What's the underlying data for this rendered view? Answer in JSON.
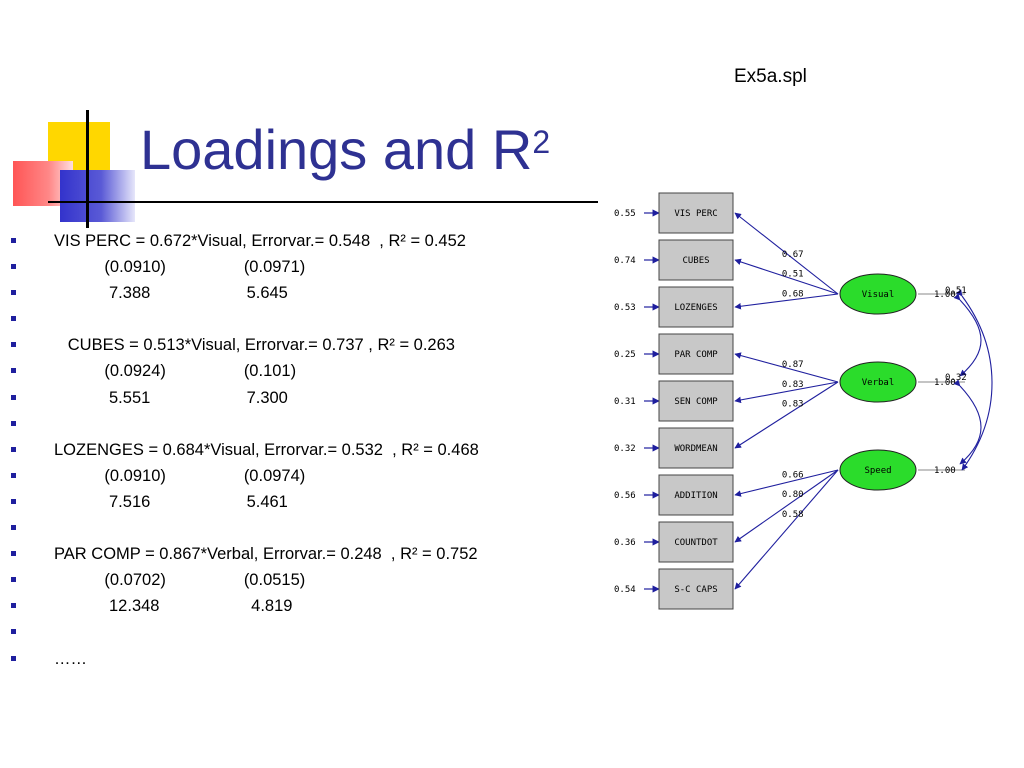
{
  "filename": "Ex5a.spl",
  "title": {
    "text": "Loadings and R",
    "superscript": "2"
  },
  "bullet_color": "#1f1f9e",
  "title_color": "#2e3192",
  "lines": [
    "VIS PERC = 0.672*Visual, Errorvar.= 0.548  , R² = 0.452",
    "           (0.0910)                 (0.0971)",
    "            7.388                     5.645",
    "",
    "   CUBES = 0.513*Visual, Errorvar.= 0.737 , R² = 0.263",
    "           (0.0924)                 (0.101)",
    "            5.551                     7.300",
    "",
    "LOZENGES = 0.684*Visual, Errorvar.= 0.532  , R² = 0.468",
    "           (0.0910)                 (0.0974)",
    "            7.516                     5.461",
    "",
    "PAR COMP = 0.867*Verbal, Errorvar.= 0.248  , R² = 0.752",
    "           (0.0702)                 (0.0515)",
    "            12.348                    4.819",
    "",
    "……"
  ],
  "path_diagram": {
    "box_fill": "#c8c8c8",
    "factor_fill": "#2bdc2b",
    "arrow_color": "#1f1f9e",
    "indicators": [
      {
        "name": "VIS PERC",
        "error": "0.55"
      },
      {
        "name": "CUBES",
        "error": "0.74"
      },
      {
        "name": "LOZENGES",
        "error": "0.53"
      },
      {
        "name": "PAR COMP",
        "error": "0.25"
      },
      {
        "name": "SEN COMP",
        "error": "0.31"
      },
      {
        "name": "WORDMEAN",
        "error": "0.32"
      },
      {
        "name": "ADDITION",
        "error": "0.56"
      },
      {
        "name": "COUNTDOT",
        "error": "0.36"
      },
      {
        "name": "S-C CAPS",
        "error": "0.54"
      }
    ],
    "factors": [
      {
        "name": "Visual",
        "variance": "1.00",
        "loadings": [
          "0.67",
          "0.51",
          "0.68"
        ]
      },
      {
        "name": "Verbal",
        "variance": "1.00",
        "loadings": [
          "0.87",
          "0.83",
          "0.83"
        ]
      },
      {
        "name": "Speed",
        "variance": "1.00",
        "loadings": [
          "0.66",
          "0.80",
          "0.58"
        ]
      }
    ],
    "correlations": [
      "0.51",
      "0.32"
    ]
  }
}
